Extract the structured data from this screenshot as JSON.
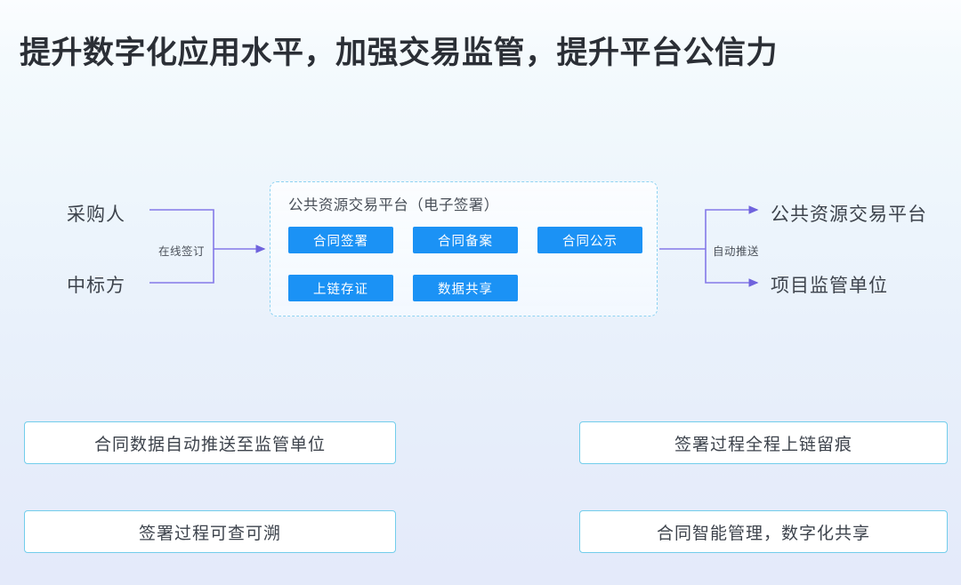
{
  "title": "提升数字化应用水平，加强交易监管，提升平台公信力",
  "colors": {
    "chip_blue": "#1b92f5",
    "panel_border": "#8ed3f2",
    "benefit_border": "#72cdeb",
    "connector": "#7b6fe0",
    "text_dark": "#3d434c"
  },
  "diagram": {
    "actors": [
      {
        "label": "采购人"
      },
      {
        "label": "中标方"
      }
    ],
    "edge_captions": {
      "left": "在线签订",
      "right": "自动推送"
    },
    "panel": {
      "title": "公共资源交易平台（电子签署）",
      "chips_row1": [
        {
          "label": "合同签署"
        },
        {
          "label": "合同备案"
        },
        {
          "label": "合同公示"
        }
      ],
      "chips_row2": [
        {
          "label": "上链存证"
        },
        {
          "label": "数据共享"
        }
      ]
    },
    "outcomes": [
      {
        "label": "公共资源交易平台"
      },
      {
        "label": "项目监管单位"
      }
    ]
  },
  "benefits": [
    {
      "label": "合同数据自动推送至监管单位"
    },
    {
      "label": "签署过程全程上链留痕"
    },
    {
      "label": "签署过程可查可溯"
    },
    {
      "label": "合同智能管理，数字化共享"
    }
  ]
}
